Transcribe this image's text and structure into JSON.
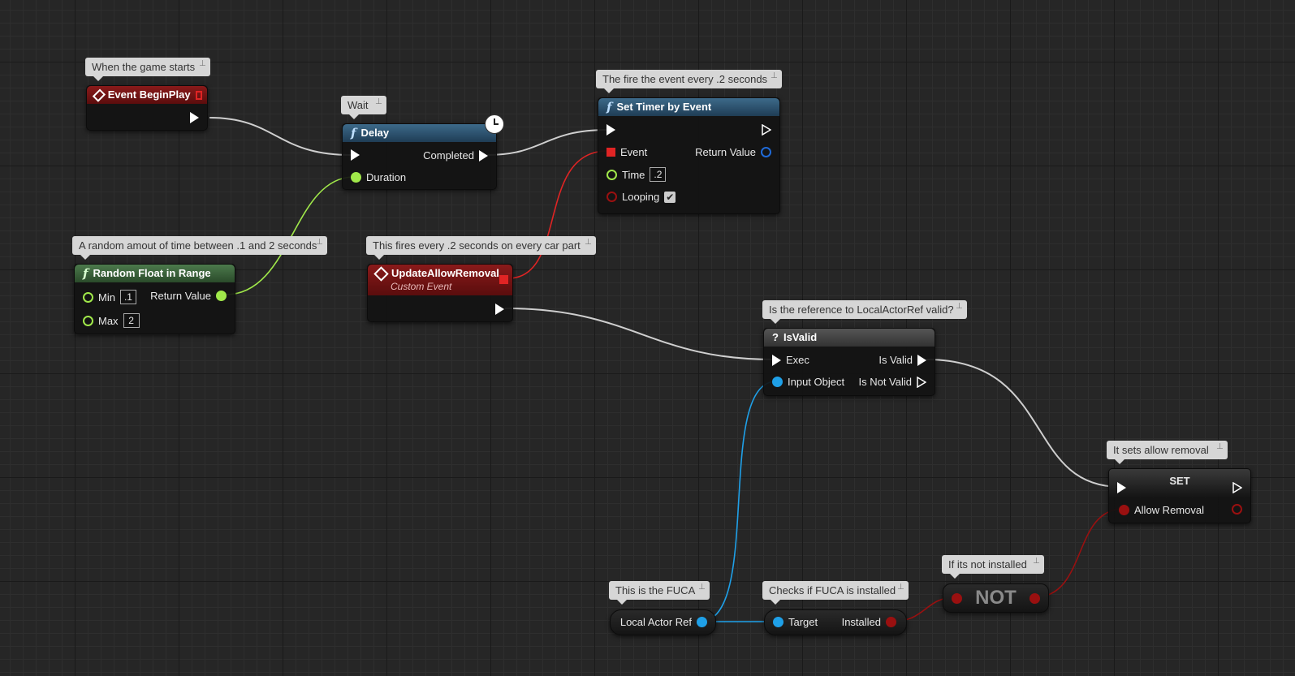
{
  "comments": {
    "begin": "When the game starts",
    "wait": "Wait",
    "timer": "The fire the event every .2 seconds",
    "random": "A random amout of time between .1 and 2 seconds",
    "custom": "This fires every .2 seconds on every car part",
    "isvalid": "Is the reference to LocalActorRef valid?",
    "set": "It sets allow removal",
    "not": "If its not installed",
    "fuca": "This is the FUCA",
    "installed": "Checks if FUCA is installed"
  },
  "nodes": {
    "begin_play": {
      "title": "Event BeginPlay"
    },
    "delay": {
      "title": "Delay",
      "completed": "Completed",
      "duration": "Duration"
    },
    "set_timer": {
      "title": "Set Timer by Event",
      "event": "Event",
      "return_value": "Return Value",
      "time": "Time",
      "time_value": ".2",
      "looping": "Looping",
      "looping_checked": true
    },
    "random_float": {
      "title": "Random Float in Range",
      "min": "Min",
      "min_value": ".1",
      "max": "Max",
      "max_value": "2",
      "return_value": "Return Value"
    },
    "custom_event": {
      "title": "UpdateAllowRemoval",
      "subtitle": "Custom Event"
    },
    "is_valid": {
      "title": "IsValid",
      "exec": "Exec",
      "is_valid": "Is Valid",
      "input_object": "Input Object",
      "is_not_valid": "Is Not Valid"
    },
    "set": {
      "title": "SET",
      "allow_removal": "Allow Removal"
    },
    "not": {
      "title": "NOT"
    },
    "local_actor_ref": {
      "label": "Local Actor Ref"
    },
    "installed": {
      "target": "Target",
      "installed": "Installed"
    }
  },
  "colors": {
    "exec": "#ffffff",
    "float": "#a0e84a",
    "object": "#1fa0e8",
    "bool": "#9a1010",
    "delegate": "#e02424",
    "event_header": "#8a1a1a",
    "function_header": "#3d6a8a",
    "pure_header": "#4c7a4c"
  },
  "icons": {
    "event": "diamond-event-icon",
    "function": "function-f-icon",
    "latent": "clock-icon",
    "macro": "question-mark-icon"
  }
}
